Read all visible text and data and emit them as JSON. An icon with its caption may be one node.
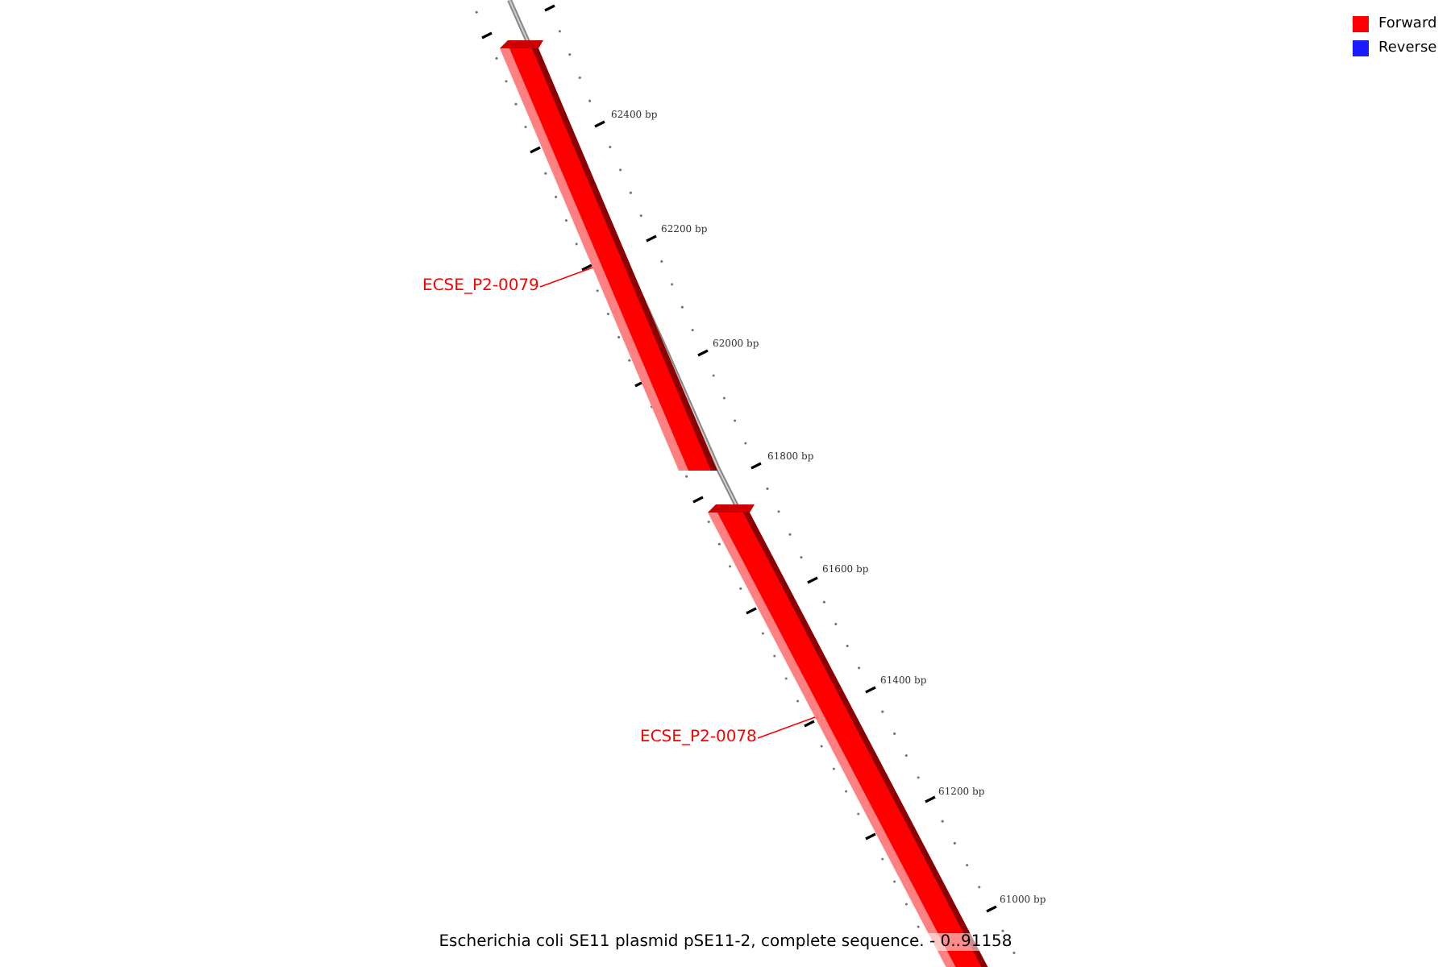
{
  "diagram": {
    "caption": "Escherichia coli SE11 plasmid pSE11-2, complete sequence. - 0..91158",
    "nodes": [
      {
        "text": [],
        "shape": "bar"
      },
      {
        "text": [
          "ECSE_P2-0079"
        ]
      },
      {
        "text": [],
        "shape": "bar"
      },
      {
        "text": [
          "ECSE_P2-0078"
        ]
      }
    ],
    "edges": [
      {
        "from": 1,
        "to": 0,
        "arrow": "none"
      },
      {
        "from": 3,
        "to": 2,
        "arrow": "none"
      }
    ],
    "labels": [
      "62400 bp",
      "62200 bp",
      "62000 bp",
      "61800 bp",
      "61600 bp",
      "61400 bp",
      "61200 bp",
      "61000 bp"
    ],
    "legend": [
      {
        "text": "Forward",
        "color": "#ff0000"
      },
      {
        "text": "Reverse",
        "color": "#1a1aff"
      }
    ]
  }
}
